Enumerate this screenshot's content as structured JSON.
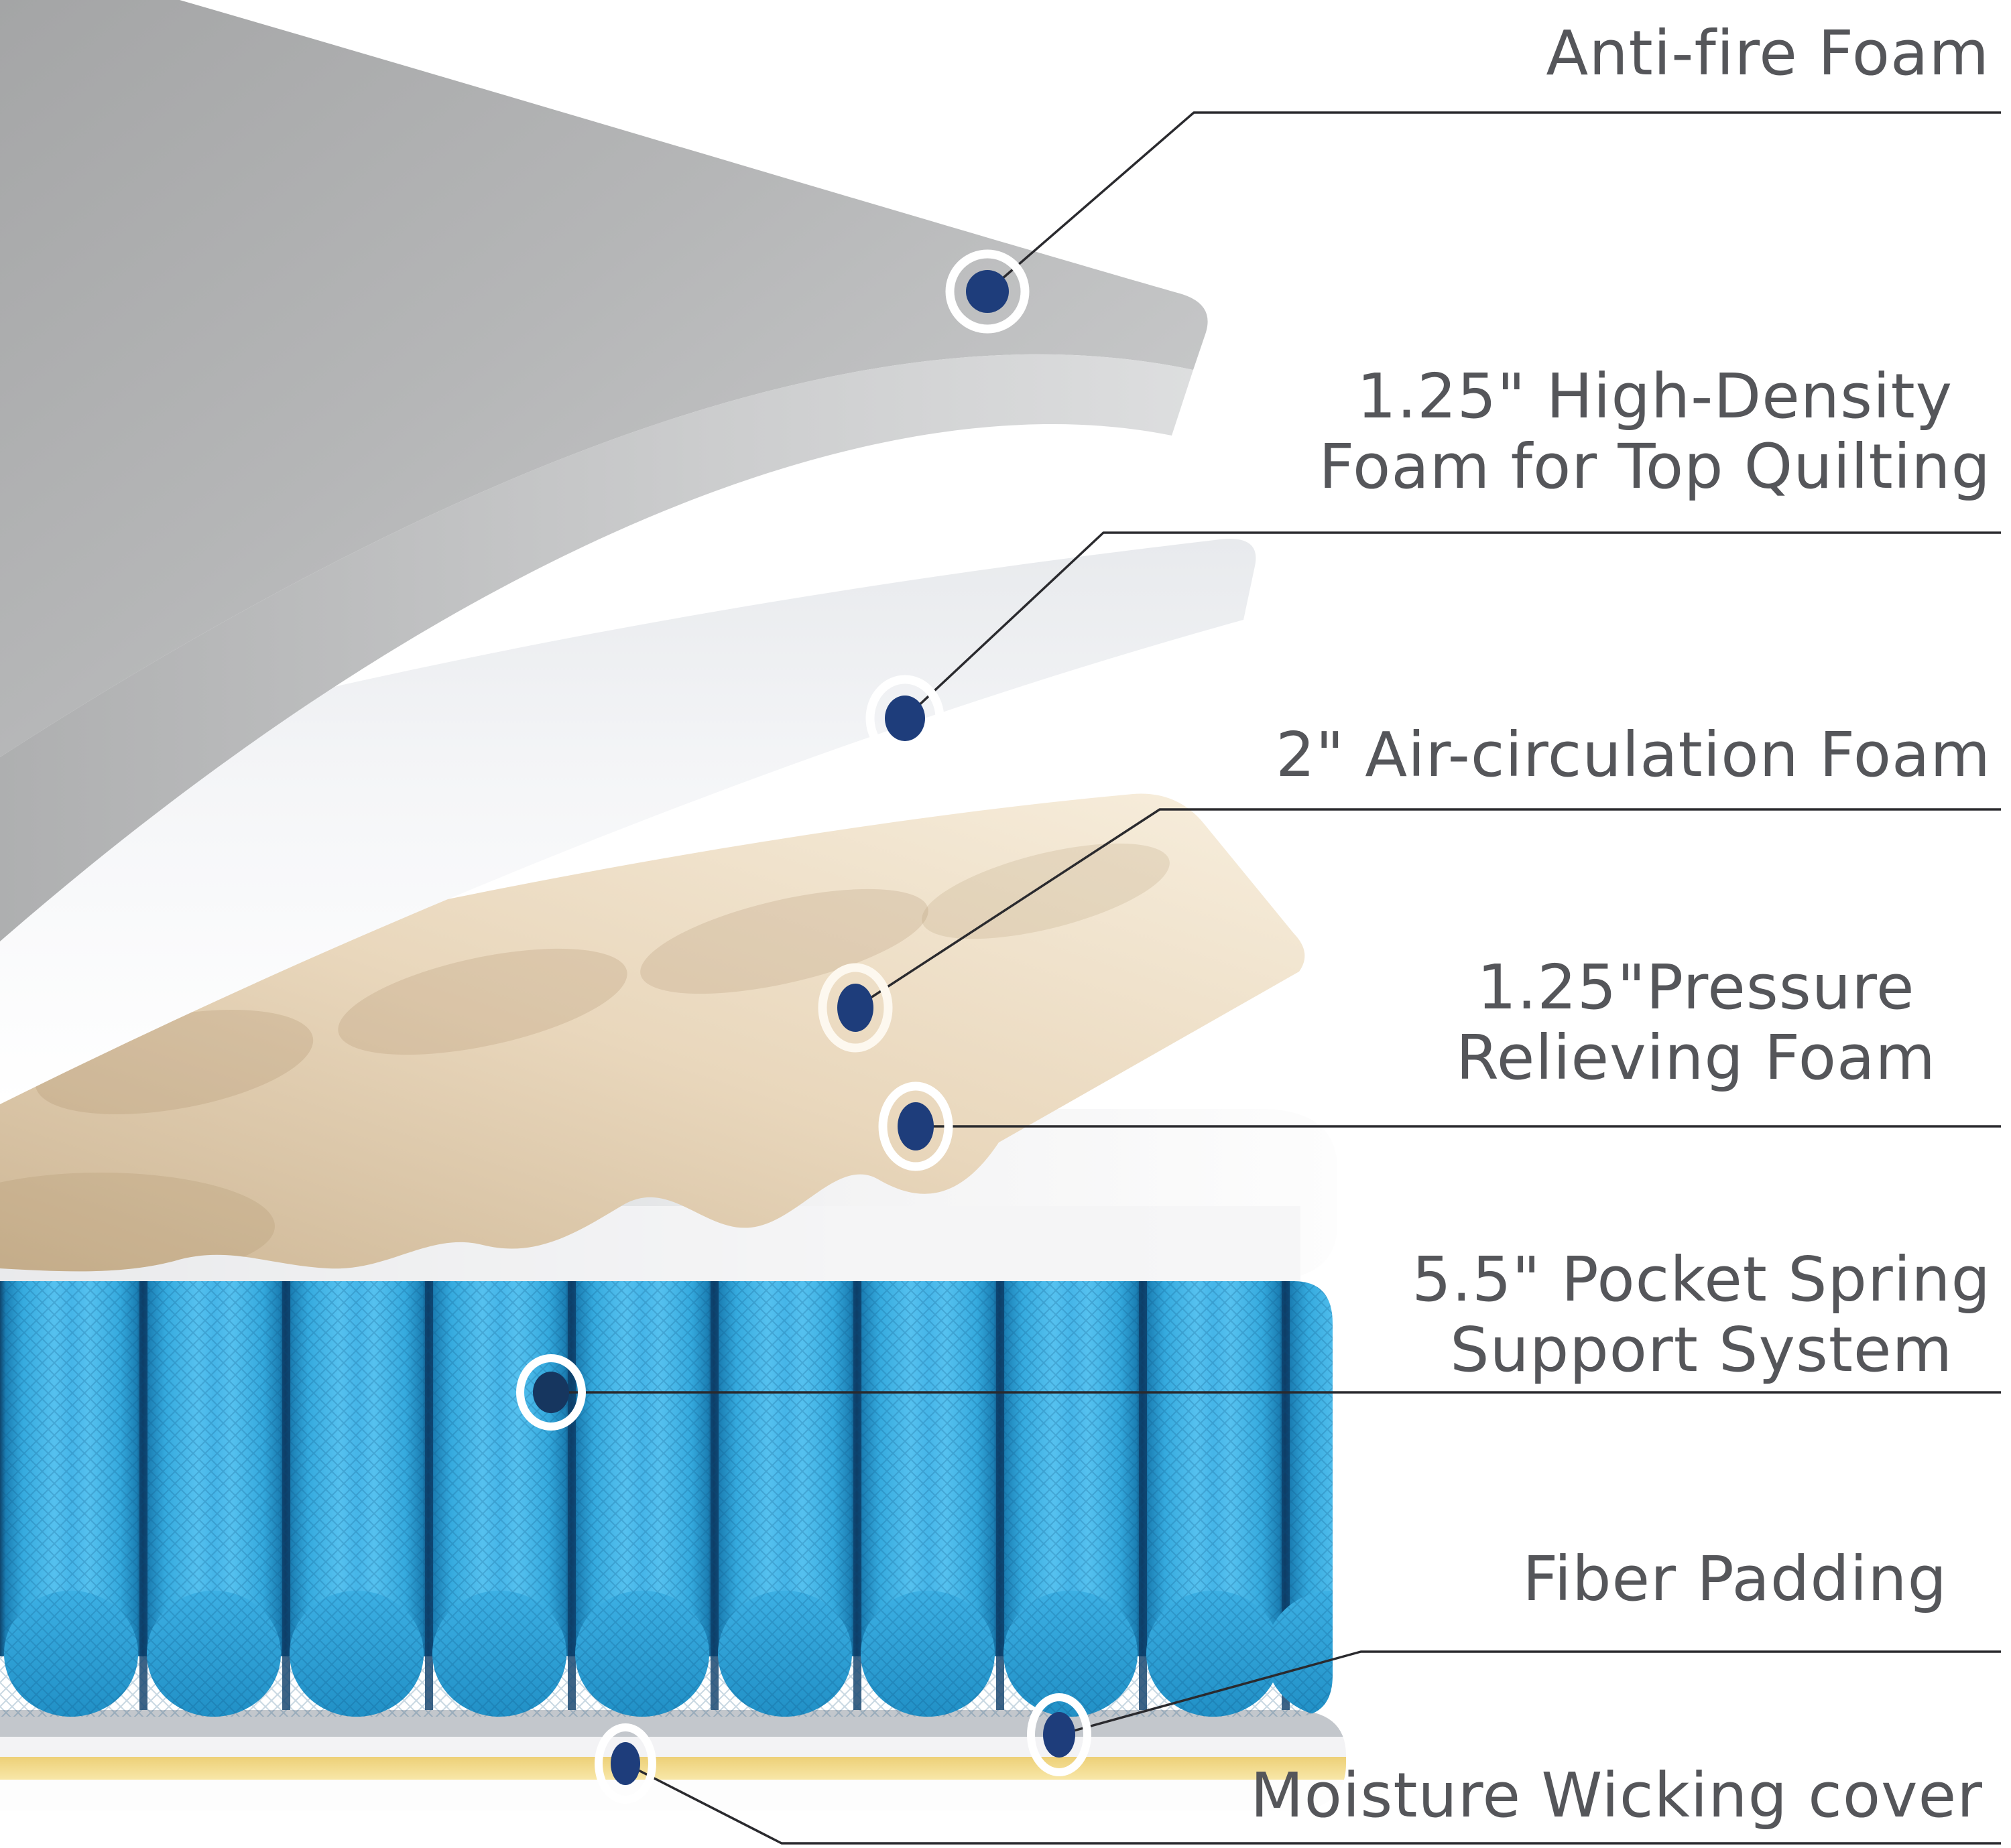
{
  "diagram": {
    "type": "mattress-layers-cutaway",
    "labels": [
      {
        "id": "anti_fire",
        "text": "Anti-fire Foam"
      },
      {
        "id": "high_density",
        "text": "1.25\" High-Density\nFoam for Top Quilting"
      },
      {
        "id": "air_circulation",
        "text": "2\" Air-circulation Foam"
      },
      {
        "id": "pressure_relieving",
        "text": "1.25\"Pressure\nRelieving Foam"
      },
      {
        "id": "pocket_spring",
        "text": "5.5\" Pocket Spring\nSupport System"
      },
      {
        "id": "fiber_padding",
        "text": "Fiber Padding"
      },
      {
        "id": "moisture_wicking",
        "text": "Moisture Wicking cover"
      }
    ],
    "colors": {
      "background": "#ffffff",
      "label_text": "#55565a",
      "leader_line": "#2a2a2e",
      "marker_dot_navy": "#1e3d7b",
      "marker_ring": "#ffffff",
      "anti_fire_foam_gray": "#b3b4b5",
      "high_density_foam_white": "#f3f4f6",
      "air_circulation_foam_cream": "#ead9bf",
      "pressure_relieving_foam_gray": "#b6babe",
      "pocket_spring_blue": "#35aade",
      "spring_separator_navy": "#0e3e68",
      "fiber_padding_white": "#f3f3f5",
      "moisture_wicking_yellow": "#f2d885"
    }
  }
}
